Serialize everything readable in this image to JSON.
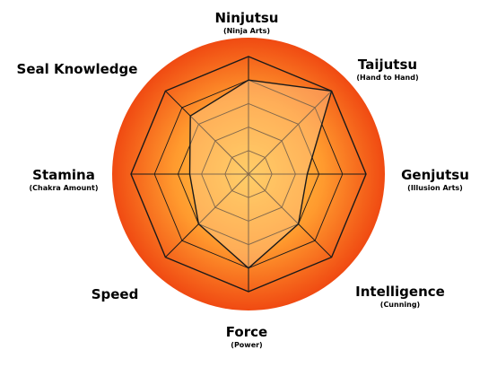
{
  "chart_data": {
    "type": "radar",
    "axes": [
      {
        "name": "Ninjutsu",
        "sub": "(Ninja Arts)"
      },
      {
        "name": "Taijutsu",
        "sub": "(Hand to Hand)"
      },
      {
        "name": "Genjutsu",
        "sub": "(Illusion Arts)"
      },
      {
        "name": "Intelligence",
        "sub": "(Cunning)"
      },
      {
        "name": "Force",
        "sub": "(Power)"
      },
      {
        "name": "Speed",
        "sub": ""
      },
      {
        "name": "Stamina",
        "sub": "(Chakra Amount)"
      },
      {
        "name": "Seal Knowledge",
        "sub": ""
      }
    ],
    "levels": 5,
    "max": 5,
    "values": [
      4,
      5,
      2.5,
      3,
      4,
      3,
      2.5,
      3.5
    ],
    "colors": {
      "disc_center": "#ffd24a",
      "disc_mid": "#ff9a2e",
      "disc_edge": "#f04a12",
      "grid": "#1a1a1a",
      "area_fill": "#ffc88c"
    }
  }
}
